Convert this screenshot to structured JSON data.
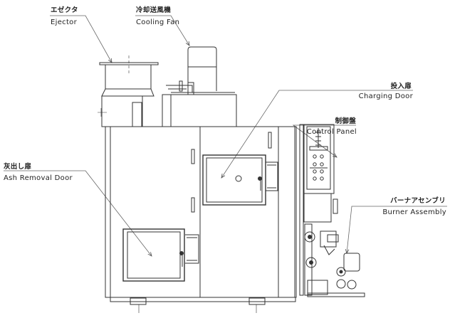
{
  "labels": {
    "ejector": {
      "jp": "エゼクタ",
      "en": "Ejector"
    },
    "cooling_fan": {
      "jp": "冷却送風機",
      "en": "Cooling Fan"
    },
    "charging_door": {
      "jp": "投入扉",
      "en": "Charging Door"
    },
    "control_panel": {
      "jp": "制御盤",
      "en": "Control Panel"
    },
    "ash_removal_door": {
      "jp": "灰出し扉",
      "en": "Ash Removal Door"
    },
    "burner_assembly": {
      "jp": "バーナアセンブリ",
      "en": "Burner Assembly"
    }
  },
  "colors": {
    "line": "#333333",
    "leader": "#555555"
  }
}
